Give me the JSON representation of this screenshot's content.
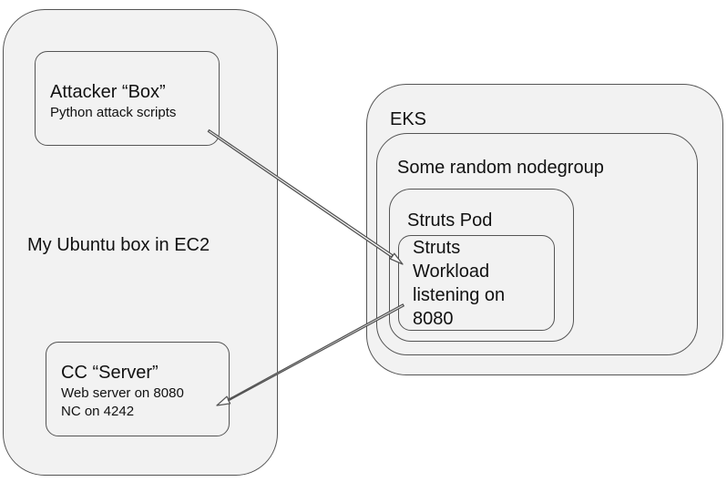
{
  "ubuntu": {
    "label": "My Ubuntu box in EC2"
  },
  "attacker": {
    "title": "Attacker “Box”",
    "subtitle": "Python attack scripts"
  },
  "cc": {
    "title": "CC “Server”",
    "line1": "Web server on 8080",
    "line2": "NC on 4242"
  },
  "eks": {
    "label": "EKS"
  },
  "nodegroup": {
    "label": "Some random nodegroup"
  },
  "pod": {
    "label": "Struts Pod"
  },
  "workload": {
    "lines": [
      "Struts",
      "Workload",
      "listening on",
      "8080"
    ]
  }
}
